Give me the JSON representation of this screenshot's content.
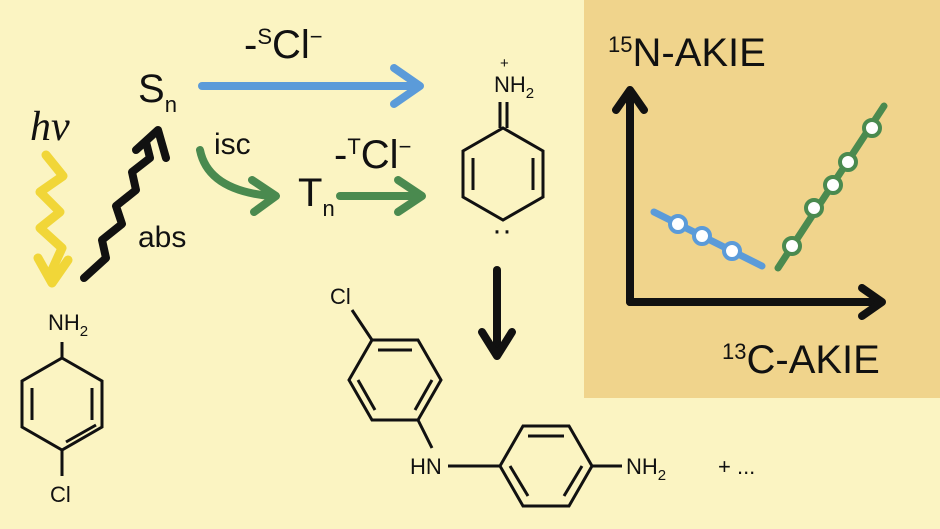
{
  "colors": {
    "background": "#fbf4c2",
    "panel": "#f0d48c",
    "singlet_blue": "#5b9bd9",
    "triplet_green": "#4a8a4f",
    "photon_yellow": "#f1d638",
    "ink": "#111111"
  },
  "left": {
    "hv": "hν",
    "abs": "abs",
    "reactant_top": "NH",
    "reactant_top_sub": "2",
    "reactant_bottom": "Cl"
  },
  "states": {
    "S": "S",
    "S_sub": "n",
    "T": "T",
    "T_sub": "n",
    "isc": "isc"
  },
  "arrows": {
    "singlet_prefix": "-",
    "singlet_sup": "S",
    "singlet_main": "Cl",
    "singlet_charge": "−",
    "triplet_prefix": "-",
    "triplet_sup": "T",
    "triplet_main": "Cl",
    "triplet_charge": "−"
  },
  "intermediate": {
    "plus": "+",
    "group": "NH",
    "group_sub": "2",
    "dots": "··"
  },
  "product": {
    "cl": "Cl",
    "hn": "HN",
    "nh": "NH",
    "nh_sub": "2",
    "plus_more": "+ ..."
  },
  "panel": {
    "y_sup": "15",
    "y_main": "N-AKIE",
    "x_sup": "13",
    "x_main": "C-AKIE"
  }
}
